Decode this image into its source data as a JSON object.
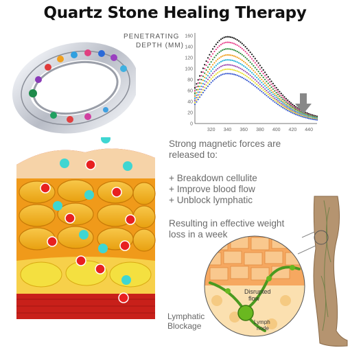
{
  "title": "Quartz Stone Healing Therapy",
  "chart_data": {
    "type": "line",
    "ylabel_line1": "PENETRATING",
    "ylabel_line2": "DEPTH (MM)",
    "x_ticks": [
      320,
      340,
      360,
      380,
      400,
      420,
      440
    ],
    "y_ticks": [
      0,
      20,
      40,
      60,
      80,
      100,
      120,
      140,
      160
    ],
    "xlim": [
      300,
      450
    ],
    "ylim": [
      0,
      165
    ],
    "peak_x": 340,
    "tail_x": 450,
    "series": [
      {
        "color": "#111111",
        "peak": 158,
        "start": 65,
        "tail": 7
      },
      {
        "color": "#e8408c",
        "peak": 148,
        "start": 60,
        "tail": 6
      },
      {
        "color": "#2a8a3a",
        "peak": 136,
        "start": 55,
        "tail": 6
      },
      {
        "color": "#f0a020",
        "peak": 125,
        "start": 50,
        "tail": 5
      },
      {
        "color": "#20b0d8",
        "peak": 116,
        "start": 46,
        "tail": 5
      },
      {
        "color": "#9a4ab0",
        "peak": 107,
        "start": 42,
        "tail": 4
      },
      {
        "color": "#e8e030",
        "peak": 99,
        "start": 38,
        "tail": 4
      },
      {
        "color": "#3a5ad0",
        "peak": 91,
        "start": 35,
        "tail": 3
      }
    ],
    "grid": false,
    "arrow_icon": "down-arrow-icon"
  },
  "copy": {
    "intro_line1": "Strong magnetic forces are",
    "intro_line2": "released to:",
    "bullets": [
      "+ Breakdown cellulite",
      "+ Improve blood flow",
      "+ Unblock lymphatic"
    ],
    "result_line1": "Resulting in effective weight",
    "result_line2": "loss in a week"
  },
  "diagram": {
    "blockage_line1": "Lymphatic",
    "blockage_line2": "Blockage",
    "disrupted_line1": "Disrupted",
    "disrupted_line2": "flow",
    "node_line1": "Lymph",
    "node_line2": "node"
  },
  "colors": {
    "ring_silver": "#d0d4dc",
    "fat_yellow": "#f5b820",
    "muscle_red": "#c8201a",
    "skin": "#f6d3a8",
    "ion_cyan": "#3fd6d2",
    "leg_tan": "#b59470"
  },
  "icons": {
    "ring": "gemstone-ring-image",
    "tissue": "skin-tissue-cross-section-image",
    "leg": "leg-image",
    "inset": "lymphatic-inset-image"
  }
}
